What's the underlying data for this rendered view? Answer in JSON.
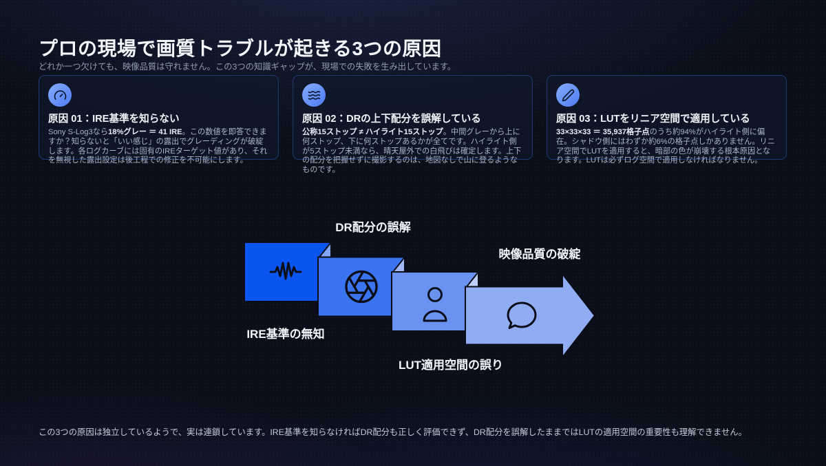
{
  "page": {
    "title": "プロの現場で画質トラブルが起きる3つの原因",
    "subtitle": "どれか一つ欠けても、映像品質は守れません。この3つの知識ギャップが、現場での失敗を生み出しています。",
    "footer_note": "この3つの原因は独立しているようで、実は連鎖しています。IRE基準を知らなければDR配分も正しく評価できず、DR配分を誤解したままではLUTの適用空間の重要性も理解できません。"
  },
  "cards": [
    {
      "icon": "gauge-icon",
      "title": "原因 01：IRE基準を知らない",
      "body_segments": [
        {
          "text": "Sony S-Log3なら",
          "bold": false
        },
        {
          "text": "18%グレー ＝ 41 IRE",
          "bold": true
        },
        {
          "text": "。この数値を即答できますか？知らないと「いい感じ」の露出でグレーディングが破綻します。各ログカーブには固有のIREターゲット値があり、それを無視した露出設定は後工程での修正を不可能にします。",
          "bold": false
        }
      ]
    },
    {
      "icon": "waves-icon",
      "title": "原因 02：DRの上下配分を誤解している",
      "body_segments": [
        {
          "text": "公称15ストップ ≠ ハイライト15ストップ",
          "bold": true
        },
        {
          "text": "。中間グレーから上に何ストップ、下に何ストップあるかが全てです。ハイライト側が5ストップ未満なら、晴天屋外での白飛びは確定します。上下の配分を把握せずに撮影するのは、地図なしで山に登るようなものです。",
          "bold": false
        }
      ]
    },
    {
      "icon": "paintbrush-icon",
      "title": "原因 03：LUTをリニア空間で適用している",
      "body_segments": [
        {
          "text": "33×33×33 ＝ 35,937格子点",
          "bold": true
        },
        {
          "text": "のうち約94%がハイライト側に偏在。シャドウ側にはわずか約6%の格子点しかありません。リニア空間でLUTを適用すると、暗部の色が崩壊する根本原因となります。LUTは必ずログ空間で適用しなければなりません。",
          "bold": false
        }
      ]
    }
  ],
  "diagram": {
    "steps": [
      {
        "icon": "waveform-icon",
        "label": "IRE基準の無知",
        "label_position": "below"
      },
      {
        "icon": "aperture-icon",
        "label": "DR配分の誤解",
        "label_position": "above"
      },
      {
        "icon": "user-icon",
        "label": "LUT適用空間の誤り",
        "label_position": "below"
      },
      {
        "icon": "speech-bubble-icon",
        "label": "映像品質の破綻",
        "label_position": "above"
      }
    ],
    "colors": {
      "step1": "#0b55f1",
      "step2": "#3b74f0",
      "step3": "#6b92f0",
      "step4": "#90adf3",
      "fold2": "#7fa3f7",
      "fold3": "#a0b6f4",
      "fold4": "#bccdf7"
    }
  },
  "colors": {
    "accent_blue": "#3b82f6",
    "card_border": "#1d3a74",
    "background": "#0a0e19"
  }
}
